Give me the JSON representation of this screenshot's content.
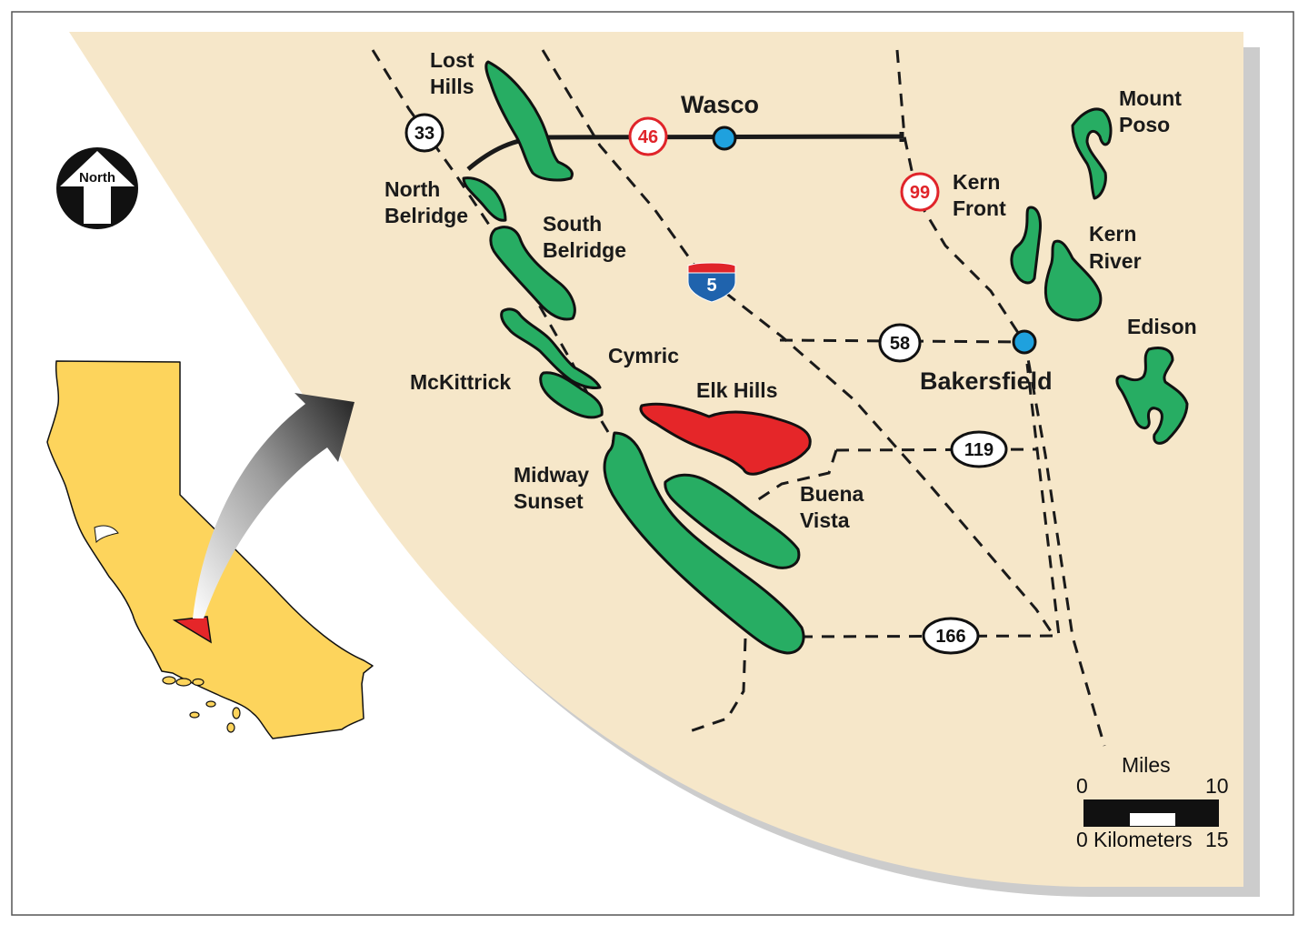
{
  "map": {
    "north_label": "North",
    "colors": {
      "background": "#f6e7c9",
      "oil_field": "#27ad63",
      "elk_hills": "#e52629",
      "california": "#fdd45c",
      "study_area": "#e52629",
      "city_dot": "#1fa1de"
    },
    "cities": [
      {
        "id": "wasco",
        "name": "Wasco"
      },
      {
        "id": "bakersfield",
        "name": "Bakersfield"
      }
    ],
    "highways": [
      {
        "id": "hwy-33",
        "number": "33",
        "style": "state-white"
      },
      {
        "id": "hwy-46",
        "number": "46",
        "style": "us-red"
      },
      {
        "id": "hwy-99",
        "number": "99",
        "style": "us-red"
      },
      {
        "id": "hwy-5",
        "number": "5",
        "style": "interstate"
      },
      {
        "id": "hwy-58",
        "number": "58",
        "style": "state-white"
      },
      {
        "id": "hwy-119",
        "number": "119",
        "style": "state-white"
      },
      {
        "id": "hwy-166",
        "number": "166",
        "style": "state-white"
      }
    ],
    "fields": [
      {
        "id": "lost-hills",
        "lines": [
          "Lost",
          "Hills"
        ]
      },
      {
        "id": "north-belridge",
        "lines": [
          "North",
          "Belridge"
        ]
      },
      {
        "id": "south-belridge",
        "lines": [
          "South",
          "Belridge"
        ]
      },
      {
        "id": "cymric",
        "lines": [
          "Cymric"
        ]
      },
      {
        "id": "mckittrick",
        "lines": [
          "McKittrick"
        ]
      },
      {
        "id": "elk-hills",
        "lines": [
          "Elk Hills"
        ]
      },
      {
        "id": "midway-sunset",
        "lines": [
          "Midway",
          "Sunset"
        ]
      },
      {
        "id": "buena-vista",
        "lines": [
          "Buena",
          "Vista"
        ]
      },
      {
        "id": "mount-poso",
        "lines": [
          "Mount",
          "Poso"
        ]
      },
      {
        "id": "kern-front",
        "lines": [
          "Kern",
          "Front"
        ]
      },
      {
        "id": "kern-river",
        "lines": [
          "Kern",
          "River"
        ]
      },
      {
        "id": "edison",
        "lines": [
          "Edison"
        ]
      }
    ],
    "scale_bar": {
      "miles_label": "Miles",
      "miles_start": "0",
      "miles_end": "10",
      "km_start": "0",
      "km_label": "Kilometers",
      "km_end": "15"
    }
  }
}
